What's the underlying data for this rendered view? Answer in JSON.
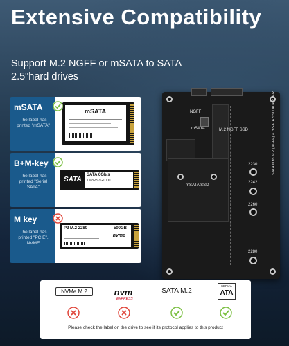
{
  "headline": "Extensive Compatibility",
  "subheading": "Support M.2 NGFF or mSATA to SATA 2.5\"hard drives",
  "cards": [
    {
      "title": "mSATA",
      "note": "The label has printed \"mSATA\"",
      "status": "check",
      "drive_label": "mSATA",
      "drive_text": "",
      "drive_text2": ""
    },
    {
      "title": "B+M-key",
      "note": "The label has printed \"Serial SATA\"",
      "status": "check",
      "drive_label": "SATA",
      "drive_text": "SATA 6Gb/s",
      "drive_text2": "TM8PS7G1000"
    },
    {
      "title": "M key",
      "note": "The label has printed \"PCIE\", NVME",
      "status": "cross",
      "drive_label": "nvme",
      "drive_text": "P2 M.2 2280",
      "drive_text2": "500GB"
    }
  ],
  "board": {
    "labels": {
      "ngff": "NGFF",
      "msata": "mSATA",
      "m2_ngff_ssd": "M.2 NGFF SSD",
      "msata_ssd": "mSATA SSD",
      "side_text": "SATA III to M.2 (NGFF) & mSATA SSD ADAPTER",
      "lengths": [
        "2230",
        "2242",
        "2260",
        "2280"
      ]
    }
  },
  "protocols": {
    "items": [
      {
        "label": "NVMe M.2",
        "status": "cross"
      },
      {
        "label": "nvm",
        "sub": "EXPRESS",
        "status": "cross"
      },
      {
        "label": "SATA M.2",
        "status": "check"
      },
      {
        "label": "SERIAL",
        "label2": "ATA",
        "status": "check"
      }
    ],
    "footnote": "Please check the label on the drive to see if its protocol applies to this product"
  },
  "colors": {
    "accent": "#1a5a8c",
    "check": "#7cc043",
    "cross": "#e0453a"
  }
}
